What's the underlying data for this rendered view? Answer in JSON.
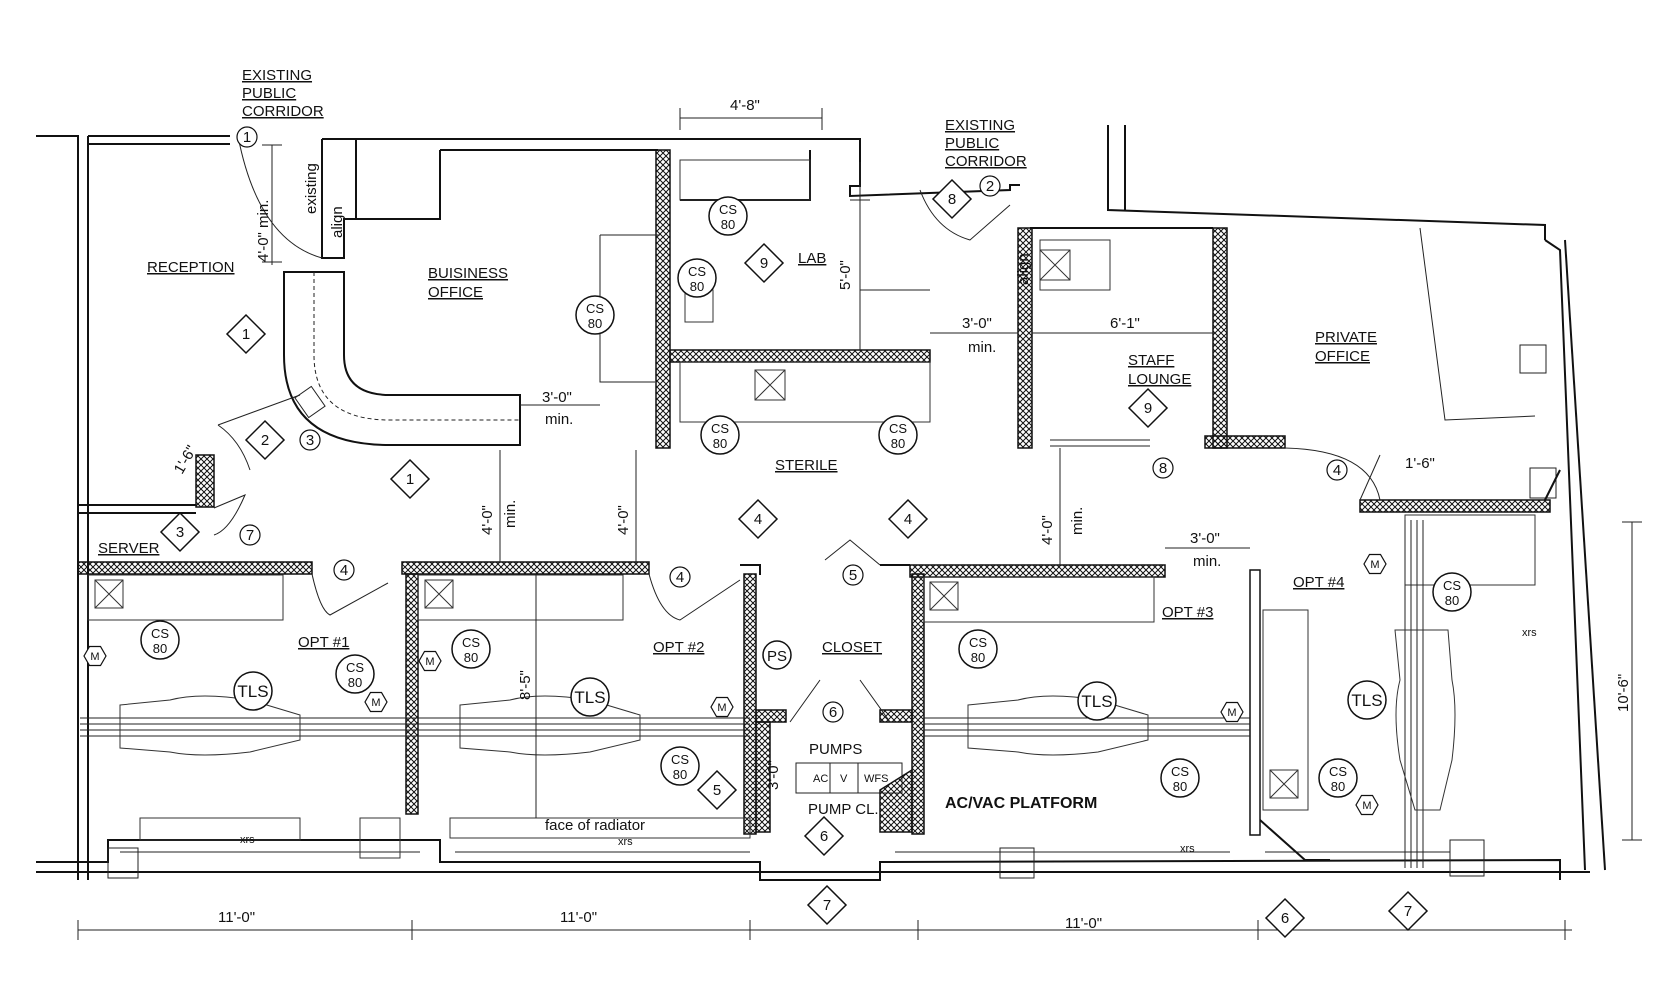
{
  "rooms": {
    "existing_corridor_left": [
      "EXISTING",
      "PUBLIC",
      "CORRIDOR"
    ],
    "existing_corridor_right": [
      "EXISTING",
      "PUBLIC",
      "CORRIDOR"
    ],
    "reception": "RECEPTION",
    "business_office": [
      "BUISINESS",
      "OFFICE"
    ],
    "lab": "LAB",
    "sterile": "STERILE",
    "staff_lounge": [
      "STAFF",
      "LOUNGE"
    ],
    "private_office": [
      "PRIVATE",
      "OFFICE"
    ],
    "server": "SERVER",
    "opt1": "OPT #1",
    "opt2": "OPT #2",
    "closet": "CLOSET",
    "opt3": "OPT #3",
    "opt4": "OPT #4",
    "pumps": "PUMPS",
    "pump_closet": "PUMP CL."
  },
  "notes": {
    "existing": "existing",
    "align": "align",
    "face_of_radiator": "face of radiator",
    "ac_vac_platform": "AC/VAC PLATFORM",
    "xrs": "xrs",
    "min": "min.",
    "tls": "TLS",
    "cs80": "CS 80",
    "ps": "PS",
    "m": "M",
    "ac": "AC",
    "v": "V",
    "wfs": "WFS"
  },
  "dimensions": {
    "d4_8": "4'-8\"",
    "d4_0_min": "4'-0\" min.",
    "d3_0": "3'-0\"",
    "d5_0": "5'-0\"",
    "d6_1": "6'-1\"",
    "d1_6": "1'-6\"",
    "d4_0": "4'-0\"",
    "d8_5": "8'-5\"",
    "d3_0v": "3'-0\"",
    "d10_6": "10'-6\"",
    "d11_0": "11'-0\""
  },
  "tags": {
    "diamonds": [
      "1",
      "1",
      "2",
      "3",
      "4",
      "4",
      "5",
      "6",
      "7",
      "6",
      "7",
      "8",
      "9",
      "9"
    ],
    "circles": [
      "1",
      "2",
      "3",
      "4",
      "4",
      "4",
      "5",
      "6",
      "7",
      "8"
    ]
  }
}
